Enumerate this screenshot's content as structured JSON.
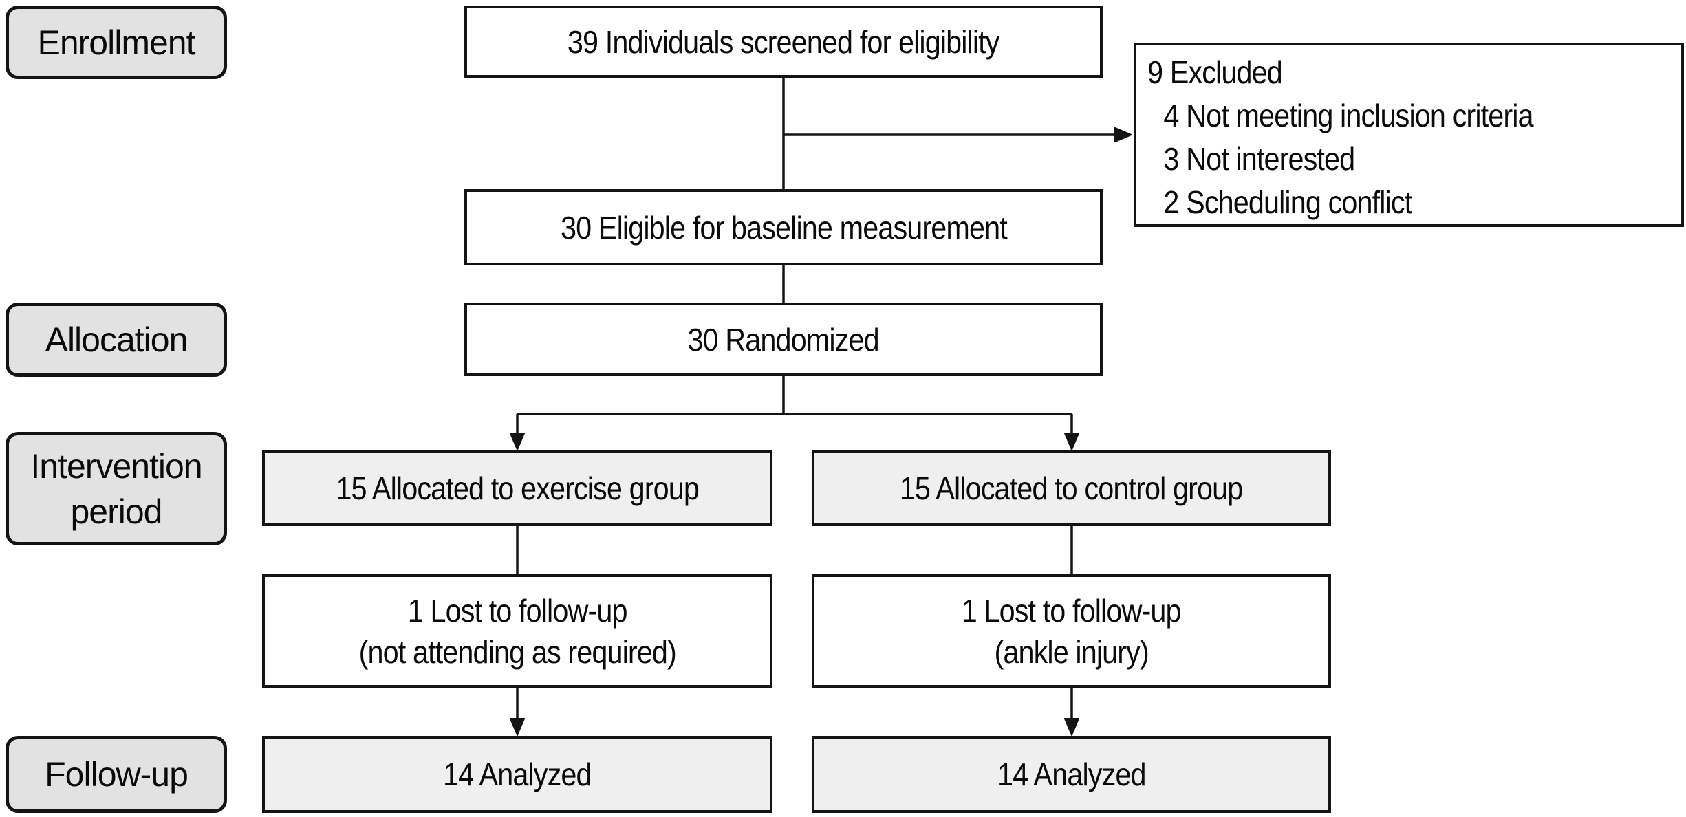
{
  "figure": {
    "type": "consort-flow-diagram",
    "stages": [
      {
        "id": "enrollment",
        "label": "Enrollment"
      },
      {
        "id": "allocation",
        "label": "Allocation"
      },
      {
        "id": "intervention-period",
        "label": "Intervention period"
      },
      {
        "id": "follow-up",
        "label": "Follow-up"
      }
    ],
    "nodes": {
      "screened": {
        "count": 39,
        "text": "39 Individuals screened for eligibility"
      },
      "excluded": {
        "count": 9,
        "lines": [
          "9 Excluded",
          "4 Not meeting inclusion criteria",
          "3 Not interested",
          "2 Scheduling conflict"
        ]
      },
      "eligible": {
        "count": 30,
        "text": "30 Eligible for baseline measurement"
      },
      "randomized": {
        "count": 30,
        "text": "30 Randomized"
      },
      "alloc_exercise": {
        "count": 15,
        "text": "15 Allocated to exercise group"
      },
      "alloc_control": {
        "count": 15,
        "text": "15 Allocated to control group"
      },
      "lost_exercise": {
        "count": 1,
        "line1": "1 Lost to follow-up",
        "line2": "(not attending as required)"
      },
      "lost_control": {
        "count": 1,
        "line1": "1 Lost to follow-up",
        "line2": "(ankle injury)"
      },
      "analyzed_exercise": {
        "count": 14,
        "text": "14 Analyzed"
      },
      "analyzed_control": {
        "count": 14,
        "text": "14 Analyzed"
      }
    },
    "colors": {
      "stage_label_fill": "#e2e2e2",
      "shaded_node_fill": "#efefef",
      "node_fill": "#ffffff",
      "border": "#141414",
      "text": "#0a0a0a",
      "background": "#ffffff"
    }
  }
}
